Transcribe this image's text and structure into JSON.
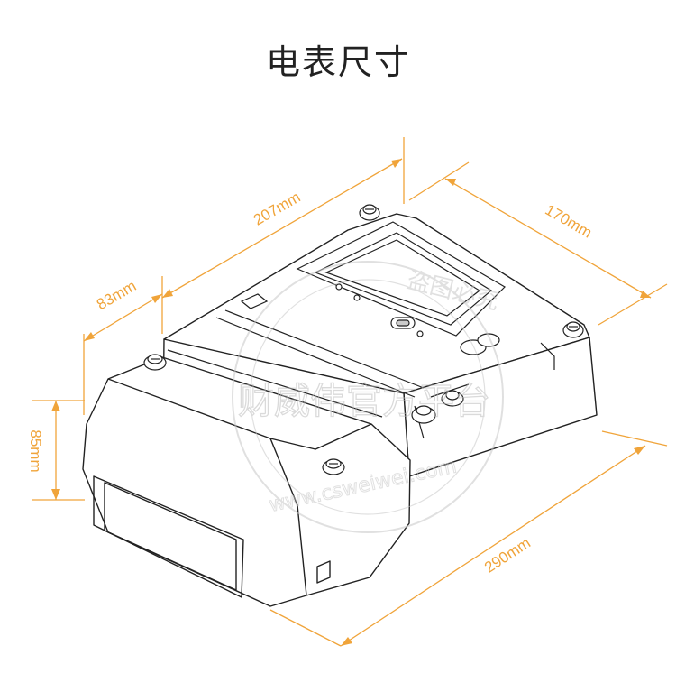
{
  "title": "电表尺寸",
  "colors": {
    "accent": "#F0A43A",
    "line": "#222222",
    "watermark": "#c8c8c8"
  },
  "dimensions": {
    "length": "207mm",
    "width": "170mm",
    "depth": "83mm",
    "height": "85mm",
    "overall": "290mm"
  },
  "watermark": {
    "seal_text": "盗图必究",
    "company": "财威伟官方平台",
    "url": "www.csweiwei.com"
  }
}
